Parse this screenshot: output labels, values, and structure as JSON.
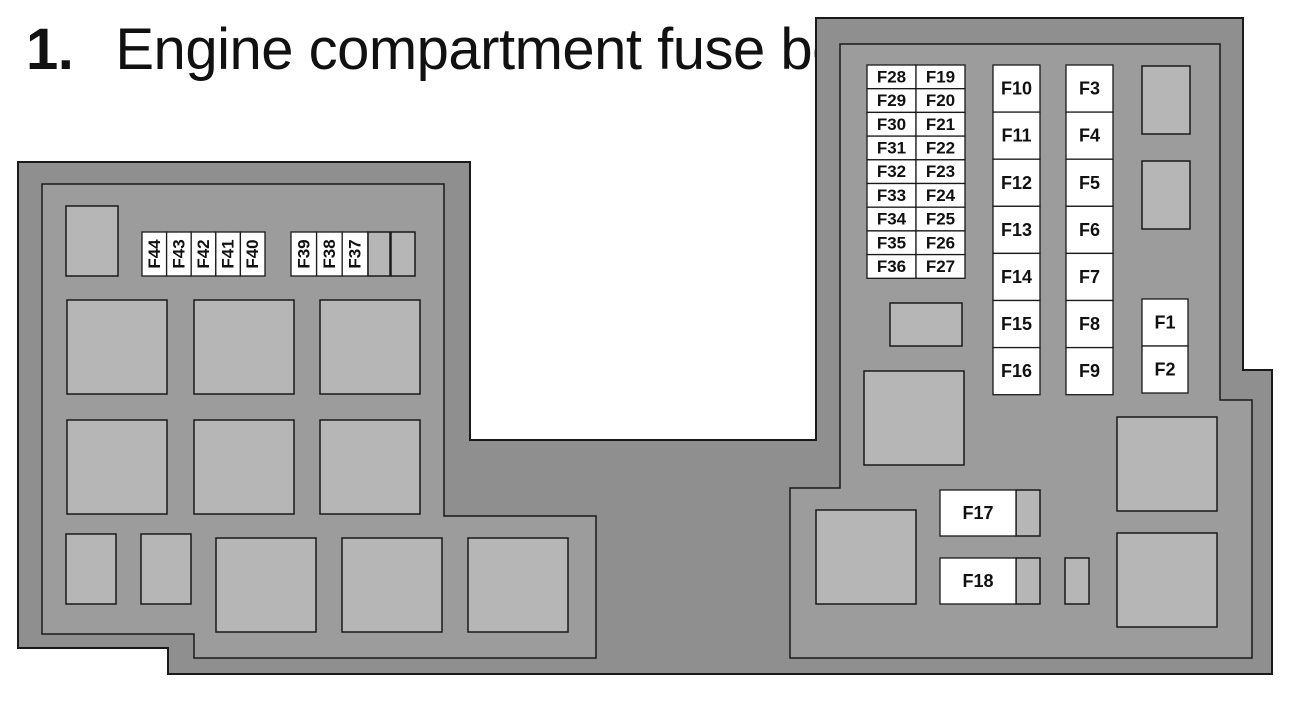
{
  "title": {
    "number": "1.",
    "text": "Engine compartment fuse box."
  },
  "colors": {
    "housing": "#8f8f8f",
    "panel": "#9c9c9c",
    "relay": "#b6b6b6",
    "fuse": "#ffffff",
    "stroke": "#1a1a1a",
    "text": "#111111"
  },
  "fuses": {
    "vertical_left": [
      "F44",
      "F43",
      "F42",
      "F41",
      "F40"
    ],
    "vertical_right": [
      "F39",
      "F38",
      "F37"
    ],
    "grid_left": [
      "F28",
      "F29",
      "F30",
      "F31",
      "F32",
      "F33",
      "F34",
      "F35",
      "F36"
    ],
    "grid_right": [
      "F19",
      "F20",
      "F21",
      "F22",
      "F23",
      "F24",
      "F25",
      "F26",
      "F27"
    ],
    "column_a": [
      "F10",
      "F11",
      "F12",
      "F13",
      "F14",
      "F15",
      "F16"
    ],
    "column_b": [
      "F3",
      "F4",
      "F5",
      "F6",
      "F7",
      "F8",
      "F9"
    ],
    "column_c": [
      "F1",
      "F2"
    ],
    "large": [
      "F17",
      "F18"
    ]
  }
}
